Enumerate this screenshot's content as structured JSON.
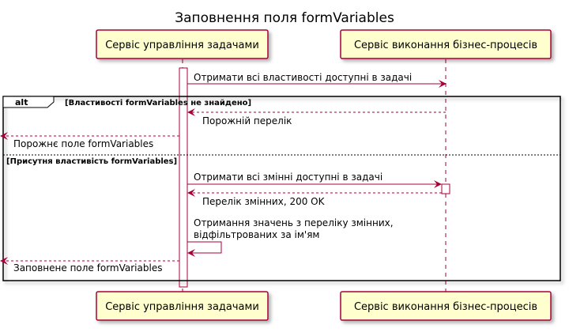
{
  "title": "Заповнення поля formVariables",
  "participants": {
    "task_service": "Сервіс управління задачами",
    "bpms_service": "Сервіс виконання бізнес-процесів"
  },
  "fragment": {
    "operator": "alt",
    "guard_1": "[Властивості formVariables не знайдено]",
    "guard_2": "[Присутня властивість formVariables]"
  },
  "messages": {
    "m1": "Отримати всі властивості доступні в задачі",
    "m2": "Порожній перелік",
    "m3": "Порожнє поле formVariables",
    "m4": "Отримати всі змінні доступні в задачі",
    "m5": "Перелік змінних, 200 OK",
    "m6_line1": "Отримання значень з переліку змінних,",
    "m6_line2": " відфільтрованих за ім'ям",
    "m7": "Заповнене поле formVariables"
  },
  "colors": {
    "participant_fill": "#FEFECE",
    "participant_border": "#A80036",
    "arrow": "#A80036",
    "lifeline": "#A80036"
  }
}
